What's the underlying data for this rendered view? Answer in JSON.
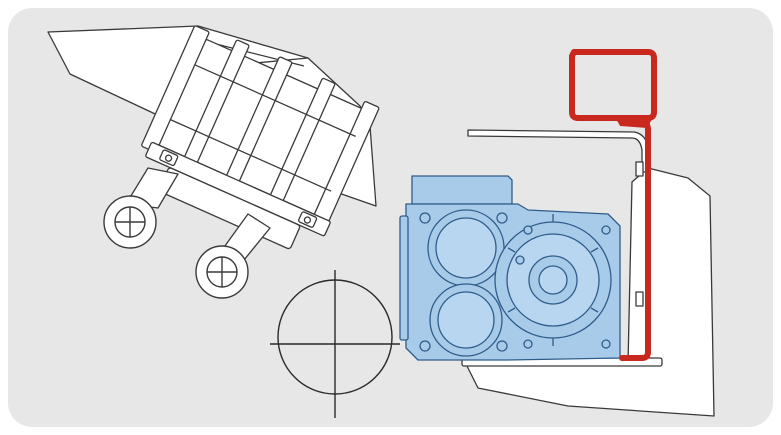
{
  "diagram": {
    "colors": {
      "panel_background": "#e7e7e7",
      "line": "#3a3a3a",
      "part_fill": "#ffffff",
      "gearbox_fill": "#a9cbea",
      "gearbox_stroke": "#2f5d8a",
      "bracket": "#c8281e"
    },
    "parts": [
      "tilted-drum-assembly",
      "wheel",
      "gearbox",
      "l-shaped-bracket",
      "mounting-base",
      "crosshair-circle"
    ]
  }
}
